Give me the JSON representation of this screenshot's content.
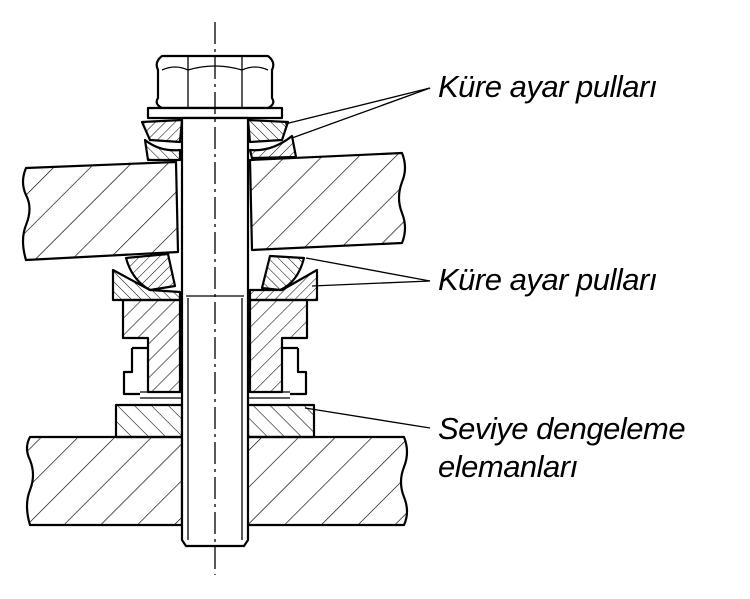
{
  "labels": {
    "spherical_washers_upper": "Küre ayar pulları",
    "spherical_washers_lower": "Küre ayar pulları",
    "leveling_elements_line1": "Seviye dengeleme",
    "leveling_elements_line2": "elemanları"
  },
  "colors": {
    "line": "#000000",
    "background": "#ffffff"
  }
}
